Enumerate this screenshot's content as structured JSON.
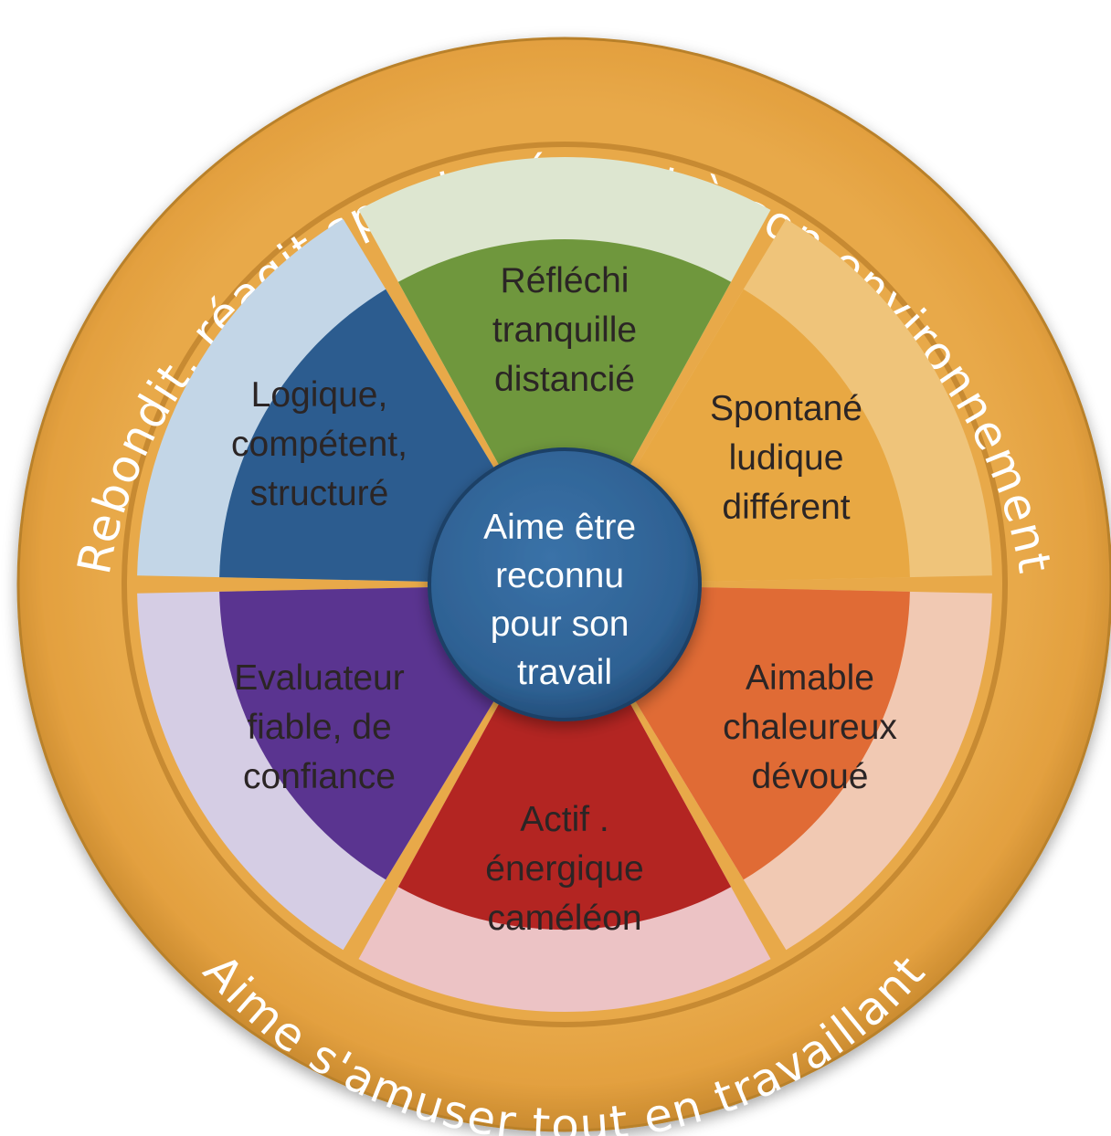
{
  "ring": {
    "top_text": "Rebondit, réagit spontanément à son environnement",
    "bottom_text": "Aime s'amuser tout en travaillant"
  },
  "center": {
    "lines": [
      "Aime être",
      "reconnu",
      "pour son",
      "travail"
    ]
  },
  "segments": [
    {
      "id": "reflechi",
      "lines": [
        "Réfléchi",
        "tranquille",
        "distancié"
      ],
      "color": "#6f973d",
      "light": "#dde6d0"
    },
    {
      "id": "spontane",
      "lines": [
        "Spontané",
        "ludique",
        "différent"
      ],
      "color": "#e8a843",
      "light": "#efc47a"
    },
    {
      "id": "aimable",
      "lines": [
        "Aimable",
        "chaleureux",
        "dévoué"
      ],
      "color": "#e06b35",
      "light": "#f1c9b3"
    },
    {
      "id": "actif",
      "lines": [
        "Actif .",
        "énergique",
        "caméléon"
      ],
      "color": "#b32522",
      "light": "#ecc3c5"
    },
    {
      "id": "evaluateur",
      "lines": [
        "Evaluateur",
        "fiable, de",
        "confiance"
      ],
      "color": "#5a3490",
      "light": "#d5cde4"
    },
    {
      "id": "logique",
      "lines": [
        "Logique,",
        "compétent,",
        "structuré"
      ],
      "color": "#2c5c8f",
      "light": "#c3d6e7"
    }
  ],
  "colors": {
    "ring": "#e3a03f",
    "ring_dark": "#c9862a",
    "center": "#2e6193"
  }
}
